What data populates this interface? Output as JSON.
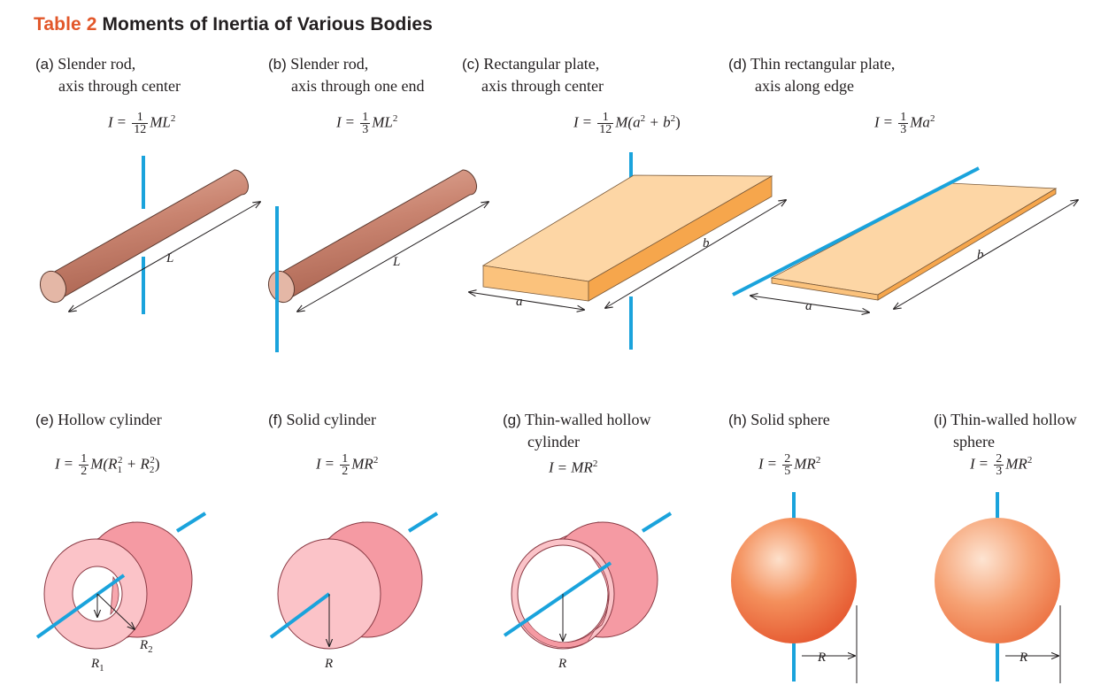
{
  "header": {
    "tag": "Table 2",
    "text": "Moments of Inertia of Various Bodies"
  },
  "colors": {
    "axis": "#1aa3dc",
    "rod": "#c98470",
    "plate_top": "#fdd6a5",
    "plate_side": "#f6a64c",
    "cylinder": "#f7a7ae",
    "sphere": "#ed6b3f",
    "title_accent": "#e2572a"
  },
  "bodies": [
    {
      "letter": "(a)",
      "line1": "Slender rod,",
      "line2": "axis through center",
      "I": "I",
      "eq": "=",
      "num": "1",
      "den": "12",
      "expr": "ML",
      "sup": "2",
      "dim": "L"
    },
    {
      "letter": "(b)",
      "line1": "Slender rod,",
      "line2": "axis through one end",
      "I": "I",
      "eq": "=",
      "num": "1",
      "den": "3",
      "expr": "ML",
      "sup": "2",
      "dim": "L"
    },
    {
      "letter": "(c)",
      "line1": "Rectangular plate,",
      "line2": "axis through center",
      "I": "I",
      "eq": "=",
      "num": "1",
      "den": "12",
      "expr": "M(a",
      "sup": "2",
      "mid": " + b",
      "sup2": "2",
      "tail": ")",
      "dim_a": "a",
      "dim_b": "b"
    },
    {
      "letter": "(d)",
      "line1": "Thin rectangular plate,",
      "line2": "axis along edge",
      "I": "I",
      "eq": "=",
      "num": "1",
      "den": "3",
      "expr": "Ma",
      "sup": "2",
      "dim_a": "a",
      "dim_b": "b"
    },
    {
      "letter": "(e)",
      "line1": "Hollow cylinder",
      "line2": "",
      "I": "I",
      "eq": "=",
      "num": "1",
      "den": "2",
      "expr": "M(R",
      "sub1": "1",
      "sup": "2",
      "mid": " + R",
      "sub2": "2",
      "sup2": "2",
      "tail": ")",
      "dim_r1": "R",
      "dim_r1_sub": "1",
      "dim_r2": "R",
      "dim_r2_sub": "2"
    },
    {
      "letter": "(f)",
      "line1": "Solid cylinder",
      "line2": "",
      "I": "I",
      "eq": "=",
      "num": "1",
      "den": "2",
      "expr": "MR",
      "sup": "2",
      "dim": "R"
    },
    {
      "letter": "(g)",
      "line1": "Thin-walled hollow",
      "line2": "cylinder",
      "I": "I",
      "eq": "=",
      "expr": "MR",
      "sup": "2",
      "dim": "R"
    },
    {
      "letter": "(h)",
      "line1": "Solid sphere",
      "line2": "",
      "I": "I",
      "eq": "=",
      "num": "2",
      "den": "5",
      "expr": "MR",
      "sup": "2",
      "dim": "R"
    },
    {
      "letter": "(i)",
      "line1": "Thin-walled hollow",
      "line2": "sphere",
      "I": "I",
      "eq": "=",
      "num": "2",
      "den": "3",
      "expr": "MR",
      "sup": "2",
      "dim": "R"
    }
  ]
}
